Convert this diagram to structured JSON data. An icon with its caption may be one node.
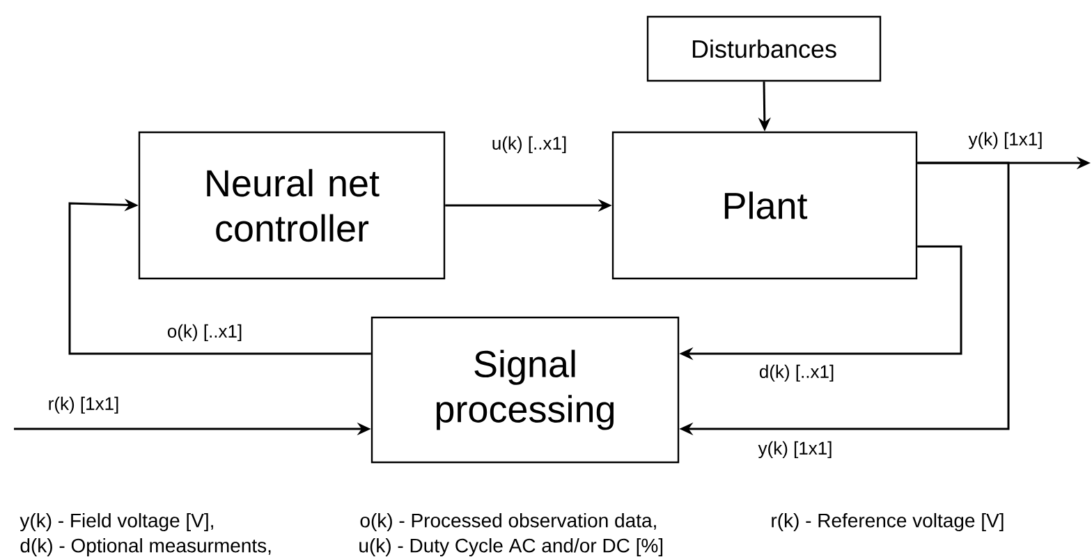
{
  "diagram": {
    "nodes": [
      {
        "text": [
          "Neural net controller"
        ]
      },
      {
        "text": [
          "Plant"
        ]
      },
      {
        "text": [
          "Disturbances"
        ]
      },
      {
        "text": [
          "Signal processing"
        ]
      }
    ],
    "edges": [
      {
        "from": 0,
        "to": 1,
        "arrow": "to",
        "label": "u(k) [..x1]"
      },
      {
        "from": 2,
        "to": 1,
        "arrow": "to"
      },
      {
        "from": 1,
        "to": null,
        "arrow": "to",
        "label": "y(k) [1x1]"
      },
      {
        "from": 1,
        "to": 3,
        "arrow": "to",
        "label": "d(k) [..x1]"
      },
      {
        "from": 1,
        "to": 3,
        "arrow": "to",
        "label": "y(k) [1x1]"
      },
      {
        "from": 3,
        "to": 0,
        "arrow": "to",
        "label": "o(k) [..x1]"
      },
      {
        "from": null,
        "to": 3,
        "arrow": "to",
        "label": "r(k) [1x1]"
      }
    ],
    "labels": [
      "y(k) - Field voltage [V],",
      "o(k) - Processed observation data,",
      "r(k) - Reference voltage [V]",
      "d(k) - Optional measurments,",
      "u(k) - Duty Cycle AC and/or DC [%]"
    ]
  }
}
